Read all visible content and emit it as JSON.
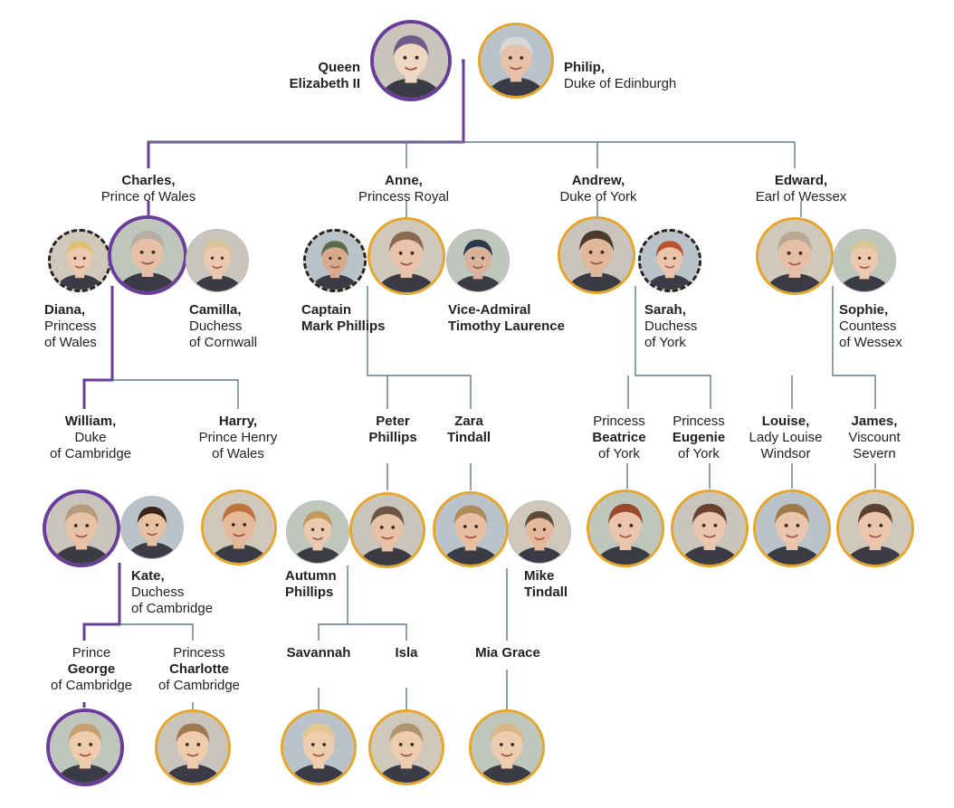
{
  "colors": {
    "line": "#5d7a8c",
    "heir_line": "#6a3d9a",
    "border_gold": "#e6a52b",
    "border_purple": "#6a3d9a"
  },
  "icons": {
    "portrait": "person-portrait-icon"
  },
  "people": {
    "elizabeth": {
      "bold": "Queen\nElizabeth II",
      "normal": ""
    },
    "philip": {
      "bold": "Philip,",
      "normal": "Duke of Edinburgh"
    },
    "charles": {
      "bold": "Charles,",
      "normal": "Prince of Wales"
    },
    "anne": {
      "bold": "Anne,",
      "normal": "Princess Royal"
    },
    "andrew": {
      "bold": "Andrew,",
      "normal": "Duke of York"
    },
    "edward": {
      "bold": "Edward,",
      "normal": "Earl of Wessex"
    },
    "diana": {
      "bold": "Diana,",
      "normal": "Princess\nof Wales"
    },
    "camilla": {
      "bold": "Camilla,",
      "normal": "Duchess\nof Cornwall"
    },
    "mark": {
      "bold": "Captain\nMark Phillips",
      "normal": ""
    },
    "timothy": {
      "bold": "Vice-Admiral\nTimothy Laurence",
      "normal": ""
    },
    "sarah": {
      "bold": "Sarah,",
      "normal": "Duchess\nof York"
    },
    "sophie": {
      "bold": "Sophie,",
      "normal": "Countess\nof Wessex"
    },
    "william": {
      "bold": "William,",
      "normal": "Duke\nof Cambridge"
    },
    "harry": {
      "bold": "Harry,",
      "normal": "Prince Henry\nof Wales"
    },
    "peter": {
      "bold": "Peter\nPhillips",
      "normal": ""
    },
    "zara": {
      "bold": "Zara\nTindall",
      "normal": ""
    },
    "beatrice": {
      "pre": "Princess",
      "bold": "Beatrice",
      "normal": "of York"
    },
    "eugenie": {
      "pre": "Princess",
      "bold": "Eugenie",
      "normal": "of York"
    },
    "louise": {
      "bold": "Louise,",
      "normal": "Lady Louise\nWindsor"
    },
    "james": {
      "bold": "James,",
      "normal": "Viscount\nSevern"
    },
    "kate": {
      "bold": "Kate,",
      "normal": "Duchess\nof Cambridge"
    },
    "autumn": {
      "bold": "Autumn\nPhillips",
      "normal": ""
    },
    "mike": {
      "bold": "Mike\nTindall",
      "normal": ""
    },
    "george": {
      "pre": "Prince",
      "bold": "George",
      "normal": "of Cambridge"
    },
    "charlotte": {
      "pre": "Princess",
      "bold": "Charlotte",
      "normal": "of Cambridge"
    },
    "savannah": {
      "bold": "Savannah",
      "normal": ""
    },
    "isla": {
      "bold": "Isla",
      "normal": ""
    },
    "mia": {
      "bold": "Mia Grace",
      "normal": ""
    }
  }
}
